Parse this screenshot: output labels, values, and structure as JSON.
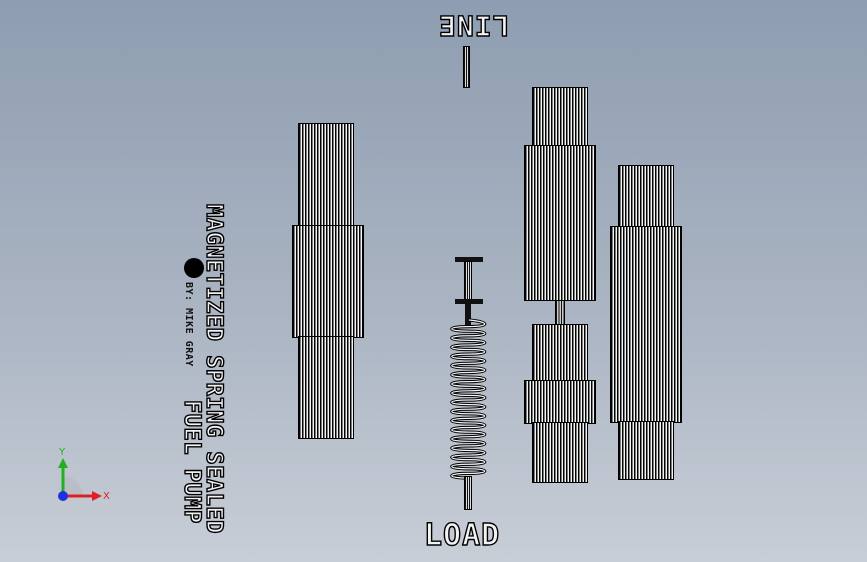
{
  "viewport": {
    "background_top": "#8e9db1",
    "background_bottom": "#c8ced7"
  },
  "labels": {
    "line": "LINE",
    "load": "LOAD",
    "title_main": "MAGNETIZED SPRING SEALED",
    "title_pump": "FUEL PUMP",
    "author": "BY: MIKE GRAY"
  },
  "triad": {
    "x_label": "X",
    "y_label": "Y",
    "x_color": "#e02020",
    "y_color": "#20b020",
    "z_color": "#2030e0"
  },
  "icons": [
    "coordinate-triad-icon",
    "bullet-dot-icon",
    "spring-icon"
  ]
}
